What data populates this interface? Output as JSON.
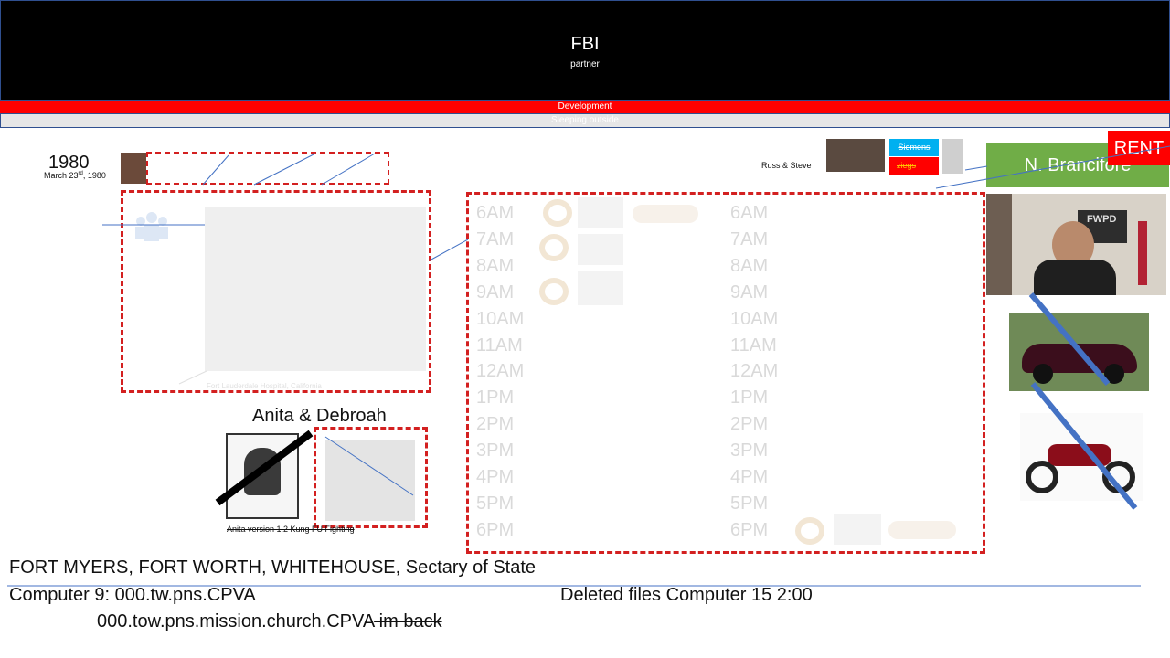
{
  "header": {
    "title": "FBI",
    "subtitle": "partner"
  },
  "bars": {
    "development": "Development",
    "sleeping": "Sleeping outside"
  },
  "year_block": {
    "year": "1980",
    "date": "March 23rd, 1980"
  },
  "people": {
    "russ_steve": "Russ & Steve",
    "siemens": "Siemens",
    "ziegs": "ziegs",
    "nbrancifore": "N. Brancifore",
    "rent": "RENT",
    "fwpd": "FWPD",
    "anita_debroah": "Anita & Debroah",
    "anita_version": "Anita version 1.2 Kung FU Fighting"
  },
  "building_caption": "Fort Lauderdale Hospital, California",
  "schedule": {
    "left_times": [
      "6AM",
      "7AM",
      "8AM",
      "9AM",
      "10AM",
      "11AM",
      "12AM",
      "1PM",
      "2PM",
      "3PM",
      "4PM",
      "5PM",
      "6PM"
    ],
    "right_times": [
      "6AM",
      "7AM",
      "8AM",
      "9AM",
      "10AM",
      "11AM",
      "12AM",
      "1PM",
      "2PM",
      "3PM",
      "4PM",
      "5PM",
      "6PM"
    ]
  },
  "bottom": {
    "line1": "FORT MYERS, FORT WORTH, WHITEHOUSE, Sectary of State",
    "line2_left": "Computer 9: 000.tw.pns.CPVA",
    "line2_right": "Deleted files Computer 15 2:00",
    "line3_main": "000.tow.pns.mission.church.CPVA",
    "line3_strike": " im back"
  },
  "colors": {
    "header_bg": "#000000",
    "red_accent": "#ff0000",
    "green_box": "#70ad47",
    "dashed_border": "#d32020",
    "siemens_blue": "#00b0f0",
    "line_blue": "#4472c4"
  }
}
